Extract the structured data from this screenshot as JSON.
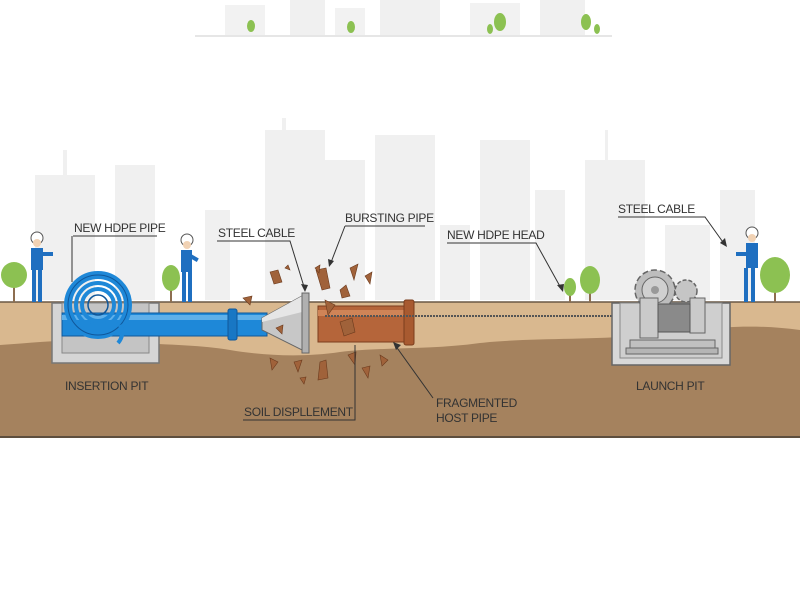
{
  "title": "Pipe Bursting Process",
  "labels": {
    "new_hdpe_pipe": "NEW HDPE PIPE",
    "steel_cable_left": "STEEL CABLE",
    "bursting_pipe": "BURSTING PIPE",
    "new_hdpe_head": "NEW HDPE HEAD",
    "steel_cable_right": "STEEL CABLE",
    "insertion_pit": "INSERTION PIT",
    "soil_displacement": "SOIL DISPLLEMENT",
    "fragmented_host_pipe_line1": "FRAGMENTED",
    "fragmented_host_pipe_line2": "HOST PIPE",
    "launch_pit": "LAUNCH PIT"
  },
  "colors": {
    "hdpe_blue": "#1e88d8",
    "host_pipe": "#b5653a",
    "soil_top": "#d9b88f",
    "soil_deep": "#a5825e",
    "worker": "#1f6fc0",
    "tree": "#8cc152",
    "skyline": "#eeeeee",
    "machine": "#b8b8b8"
  }
}
